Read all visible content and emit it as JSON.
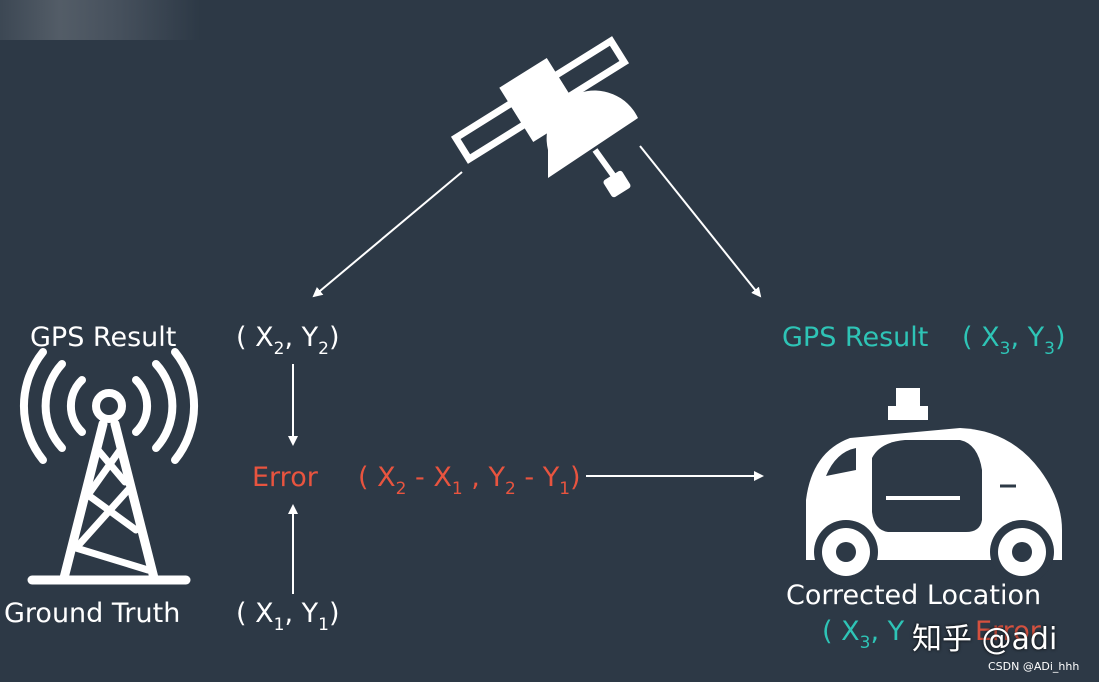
{
  "colors": {
    "background": "#2d3946",
    "white": "#ffffff",
    "error": "#e8543f",
    "accent": "#2ec4b6"
  },
  "icons": [
    "satellite-icon",
    "radio-tower-icon",
    "self-driving-car-icon"
  ],
  "labels": {
    "gps_result_left": "GPS Result",
    "gps_result_right": "GPS Result",
    "ground_truth": "Ground Truth",
    "error": "Error",
    "corrected_location": "Corrected Location"
  },
  "coords": {
    "x2": "X",
    "x2_sub": "2",
    "y2": "Y",
    "y2_sub": "2",
    "x1": "X",
    "x1_sub": "1",
    "y1": "Y",
    "y1_sub": "1",
    "x3": "X",
    "x3_sub": "3",
    "y3": "Y",
    "y3_sub": "3"
  },
  "watermark": {
    "zhihu": "知乎 @adi",
    "csdn": "CSDN @ADi_hhh",
    "partial_error": "Error"
  }
}
